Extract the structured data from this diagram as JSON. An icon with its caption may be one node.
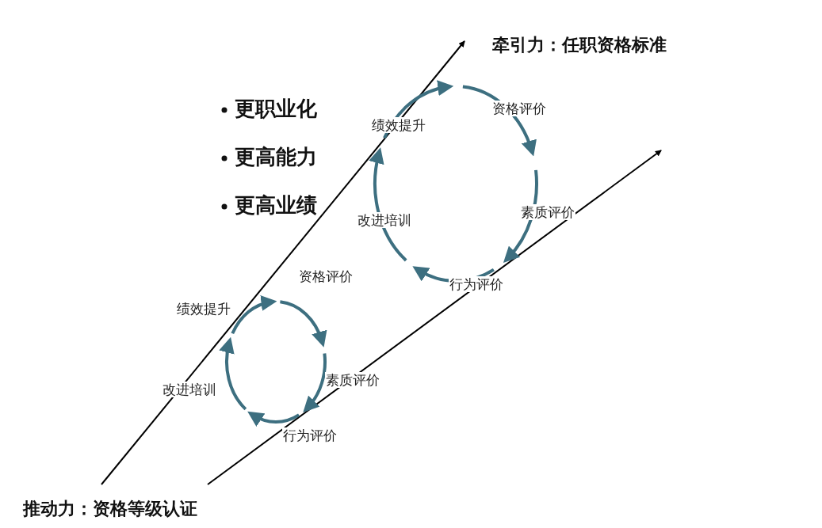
{
  "diagram": {
    "labels": [
      "牵引力：任职资格标准",
      "更职业化",
      "更高能力",
      "更高业绩",
      "资格评价",
      "绩效提升",
      "素质评价",
      "改进培训",
      "行为评价",
      "资格评价",
      "绩效提升",
      "素质评价",
      "改进培训",
      "行为评价",
      "推动力：资格等级认证"
    ]
  }
}
